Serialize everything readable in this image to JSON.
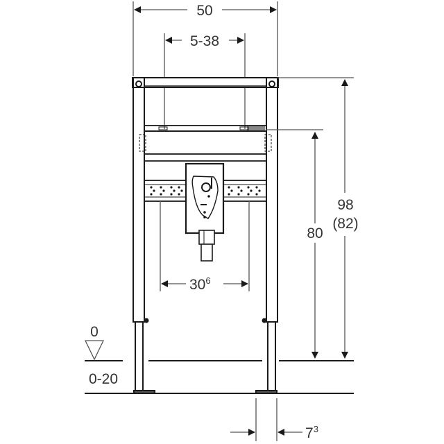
{
  "diagram": {
    "type": "technical-dimension-drawing",
    "subject": "washbasin installation frame",
    "colors": {
      "line": "#1a1a1a",
      "dim_line": "#555555",
      "text": "#333333",
      "background": "#ffffff"
    },
    "dimensions": {
      "width_total": "50",
      "width_adjust": "5-38",
      "height_total": "98",
      "height_total_alt": "(82)",
      "height_support": "80",
      "fixing_spacing_base": "30",
      "fixing_spacing_sup": "6",
      "floor_level": "0",
      "floor_range": "0-20",
      "foot_offset_base": "7",
      "foot_offset_sup": "3"
    }
  }
}
